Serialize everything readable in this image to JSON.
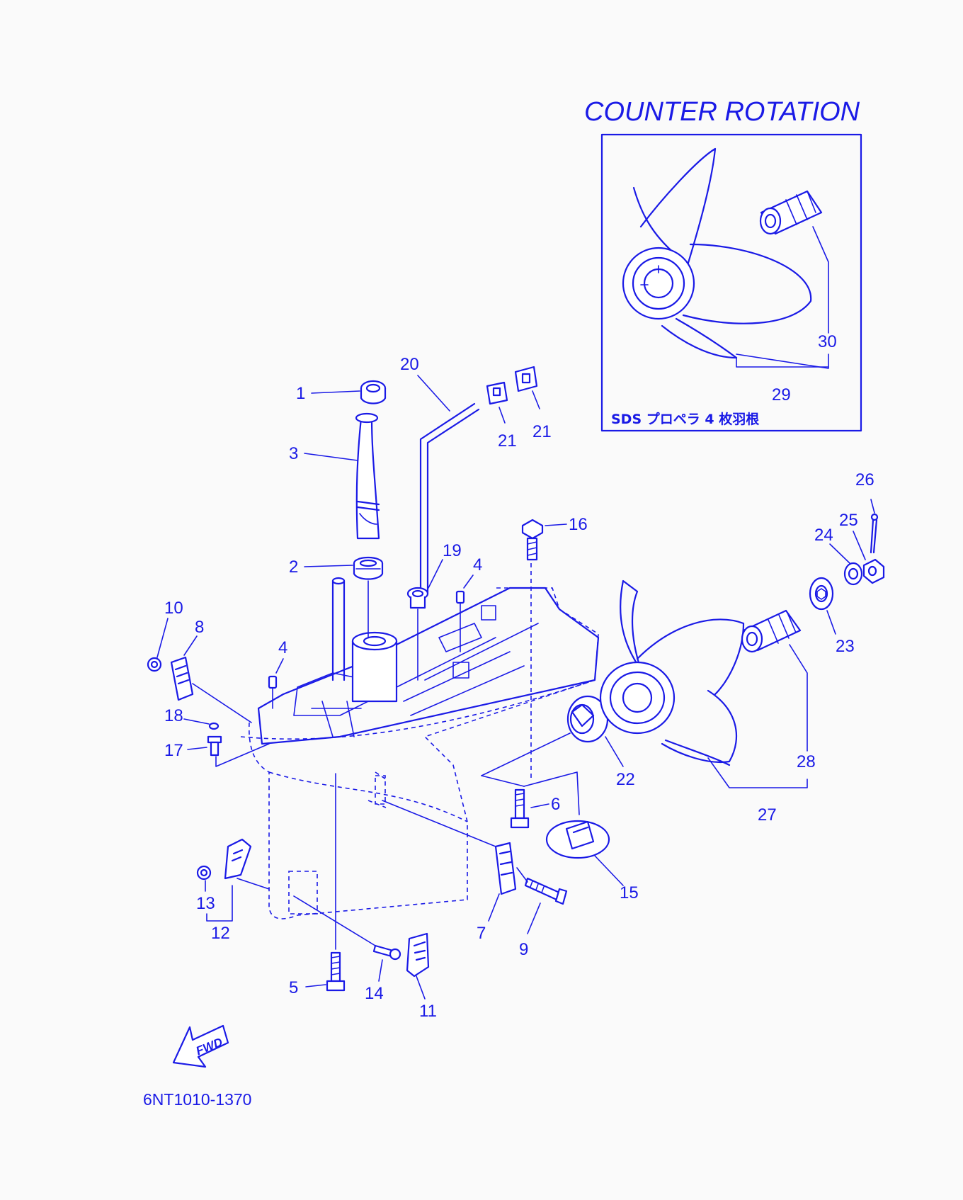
{
  "diagram": {
    "title": "COUNTER  ROTATION",
    "inset_note": "SDS プロペラ 4 枚羽根",
    "part_code": "6NT1010-1370",
    "fwd_label": "FWD",
    "colors": {
      "ink": "#1a1ae6",
      "background": "#fafafa"
    },
    "callouts": {
      "c1": "1",
      "c2": "2",
      "c3": "3",
      "c4a": "4",
      "c4b": "4",
      "c5": "5",
      "c6": "6",
      "c7": "7",
      "c8": "8",
      "c9": "9",
      "c10": "10",
      "c11": "11",
      "c12": "12",
      "c13": "13",
      "c14": "14",
      "c15": "15",
      "c16": "16",
      "c17": "17",
      "c18": "18",
      "c19": "19",
      "c20": "20",
      "c21a": "21",
      "c21b": "21",
      "c22": "22",
      "c23": "23",
      "c24": "24",
      "c25": "25",
      "c26": "26",
      "c27": "27",
      "c28": "28",
      "c29": "29",
      "c30": "30"
    }
  }
}
